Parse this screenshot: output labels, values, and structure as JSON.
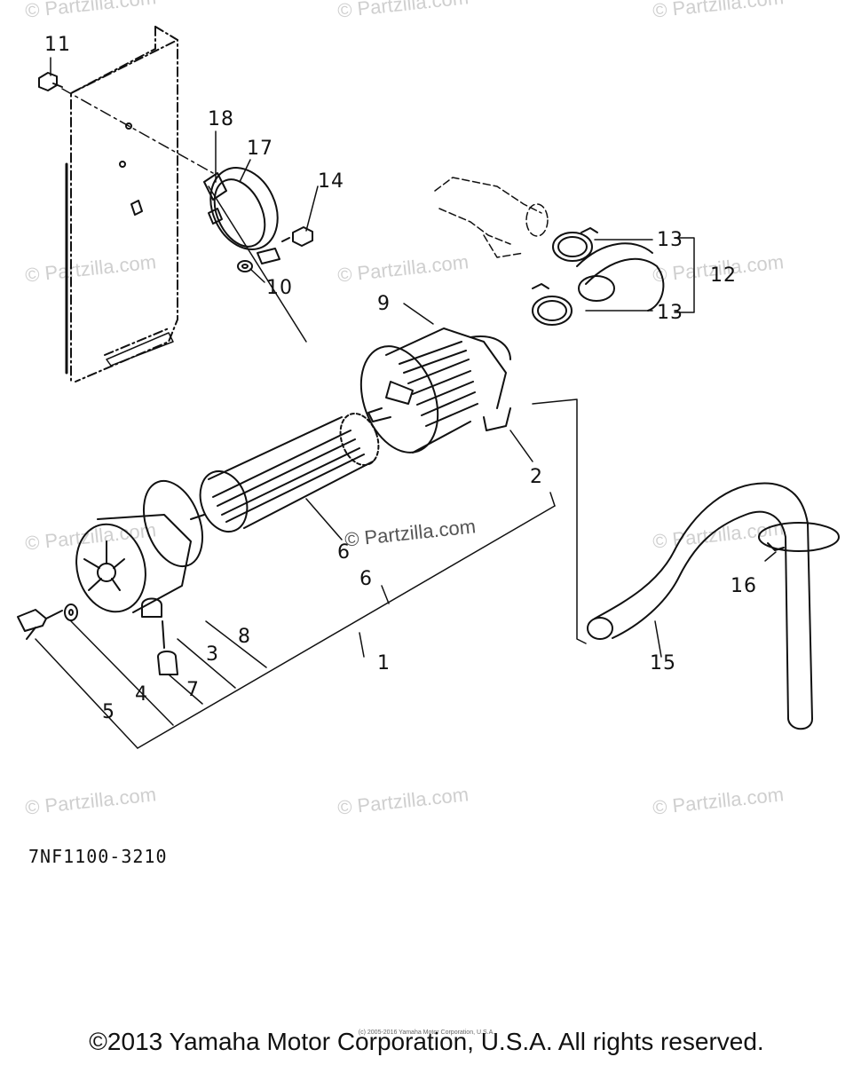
{
  "watermark": "© Partzilla.com",
  "center_watermark": "© Partzilla.com",
  "part_numbers": {
    "p1": "1",
    "p2": "2",
    "p3": "3",
    "p4": "4",
    "p5": "5",
    "p6": "6",
    "p7": "7",
    "p8": "8",
    "p9": "9",
    "p10": "10",
    "p11": "11",
    "p12": "12",
    "p13a": "13",
    "p13b": "13",
    "p14": "14",
    "p15": "15",
    "p16": "16",
    "p17": "17",
    "p18": "18"
  },
  "diagram_code": "7NF1100-3210",
  "small_copyright": "(c) 2005-2016 Yamaha Motor Corporation, U.S.A.",
  "copyright": "©2013 Yamaha Motor Corporation, U.S.A. All rights reserved."
}
